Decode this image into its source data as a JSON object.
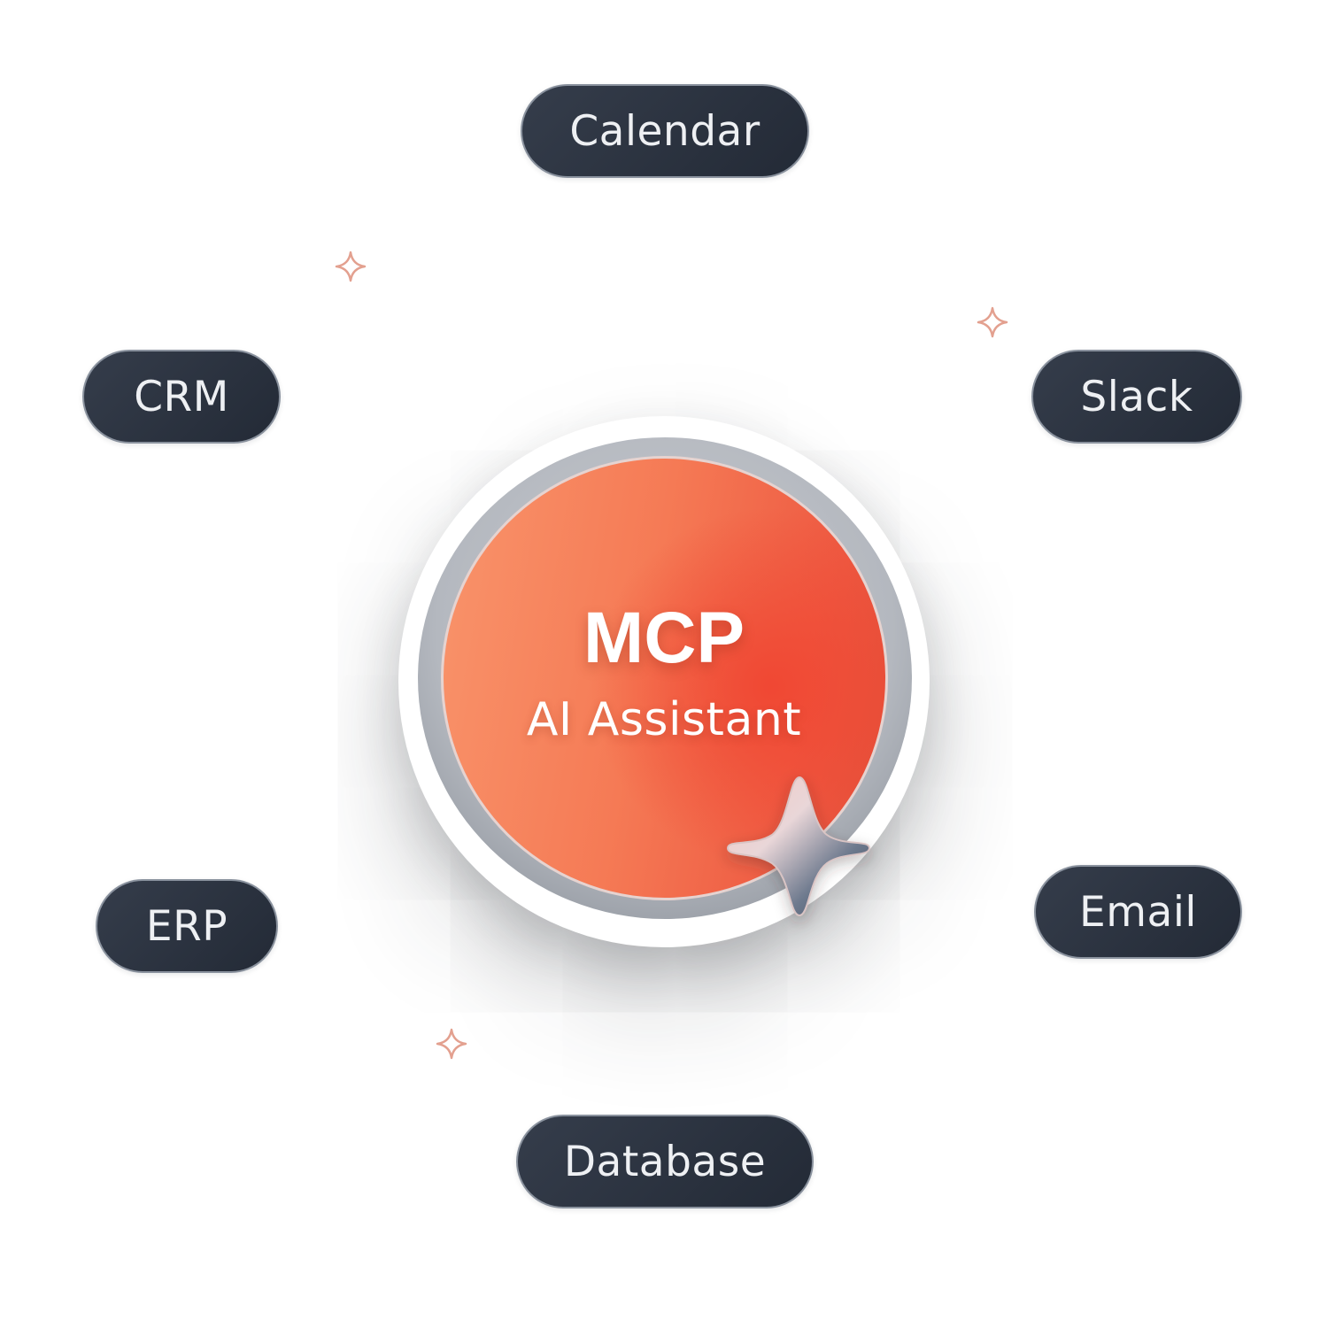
{
  "hub": {
    "title": "MCP",
    "subtitle": "AI Assistant",
    "icon": "sparkle-icon"
  },
  "integrations": {
    "calendar": "Calendar",
    "crm": "CRM",
    "slack": "Slack",
    "erp": "ERP",
    "email": "Email",
    "database": "Database"
  },
  "colors": {
    "pill_background": "#2b323e",
    "pill_text": "#eef0f3",
    "hub_accent": "#f0543c",
    "sparkle_accent": "#e69a8a"
  }
}
